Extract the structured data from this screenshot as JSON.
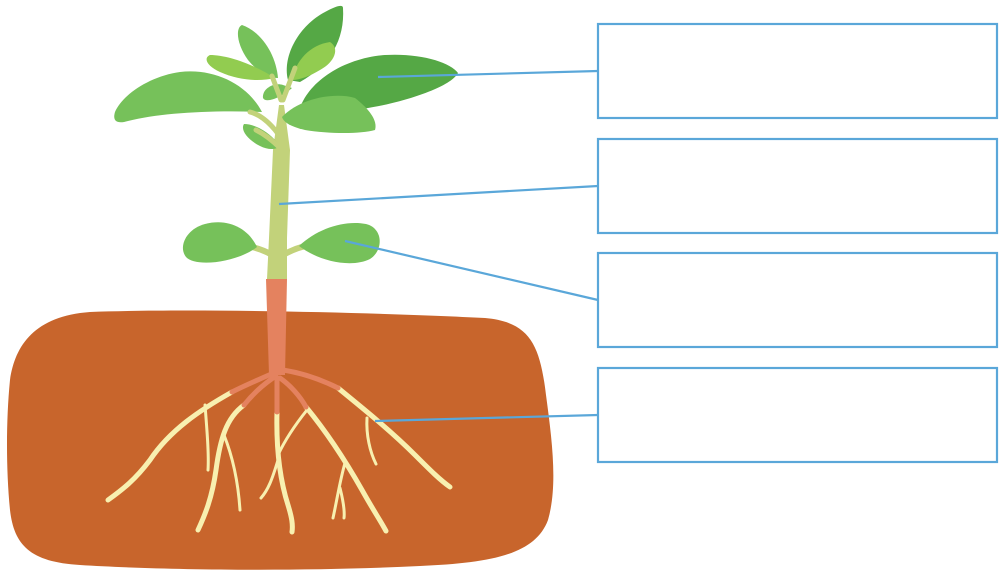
{
  "diagram": {
    "title": "",
    "colors": {
      "soil": "#C8652C",
      "stem": "#C2D27A",
      "root_base": "#E4825F",
      "root": "#F8F0B0",
      "leaf_light": "#76C15A",
      "leaf_dark": "#55A845",
      "leaf_bright": "#92CC50",
      "leader": "#5AA7D9",
      "box_border": "#5AA7D9"
    },
    "labels": [
      {
        "part": "leaf",
        "text": ""
      },
      {
        "part": "stem",
        "text": ""
      },
      {
        "part": "cotyledon",
        "text": ""
      },
      {
        "part": "root",
        "text": ""
      }
    ]
  }
}
